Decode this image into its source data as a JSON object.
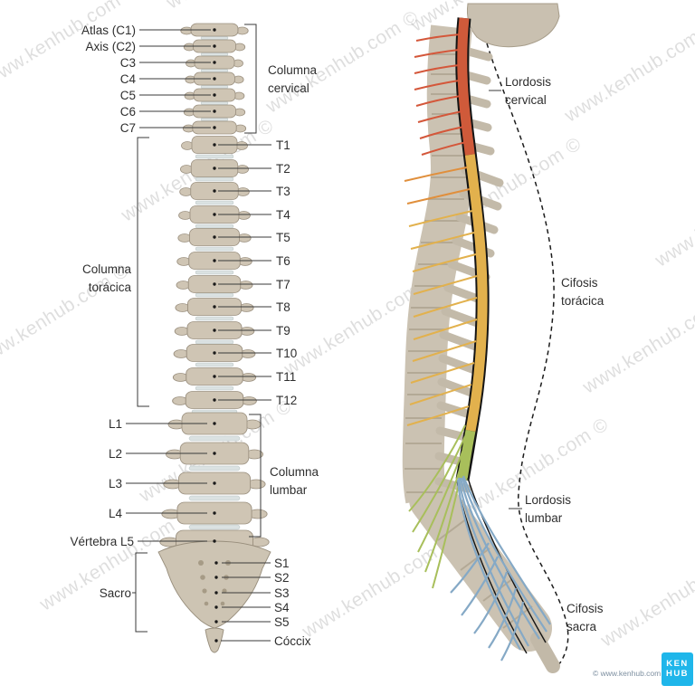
{
  "watermark": "www.kenhub.com ©",
  "left_panel": {
    "cervical_labels": [
      "Atlas (C1)",
      "Axis (C2)",
      "C3",
      "C4",
      "C5",
      "C6",
      "C7"
    ],
    "cervical_bracket": {
      "line1": "Columna",
      "line2": "cervical"
    },
    "thoracic_labels": [
      "T1",
      "T2",
      "T3",
      "T4",
      "T5",
      "T6",
      "T7",
      "T8",
      "T9",
      "T10",
      "T11",
      "T12"
    ],
    "thoracic_bracket": {
      "line1": "Columna",
      "line2": "torácica"
    },
    "lumbar_labels": [
      "L1",
      "L2",
      "L3",
      "L4"
    ],
    "l5_label": "Vértebra L5",
    "lumbar_bracket": {
      "line1": "Columna",
      "line2": "lumbar"
    },
    "sacrum_bracket": "Sacro",
    "sacral_labels": [
      "S1",
      "S2",
      "S3",
      "S4",
      "S5"
    ],
    "coccyx_label": "Cóccix"
  },
  "right_panel": {
    "curvature_labels": [
      {
        "line1": "Lordosis",
        "line2": "cervical"
      },
      {
        "line1": "Cifosis",
        "line2": "torácica"
      },
      {
        "line1": "Lordosis",
        "line2": "lumbar"
      },
      {
        "line1": "Cifosis",
        "line2": "sacra"
      }
    ]
  },
  "footer": {
    "copyright": "© www.kenhub.com",
    "logo": {
      "line1": "KEN",
      "line2": "HUB"
    }
  },
  "colors": {
    "bone": "#cfc5b4",
    "disc": "#dbe2e2",
    "cord_cervical": "#cf5a3a",
    "cord_thoracic": "#e2b14d",
    "cord_lumbar": "#a8bf5b",
    "nerves_sacral": "#85a9c6",
    "kenhub_blue": "#1fb6ea"
  }
}
